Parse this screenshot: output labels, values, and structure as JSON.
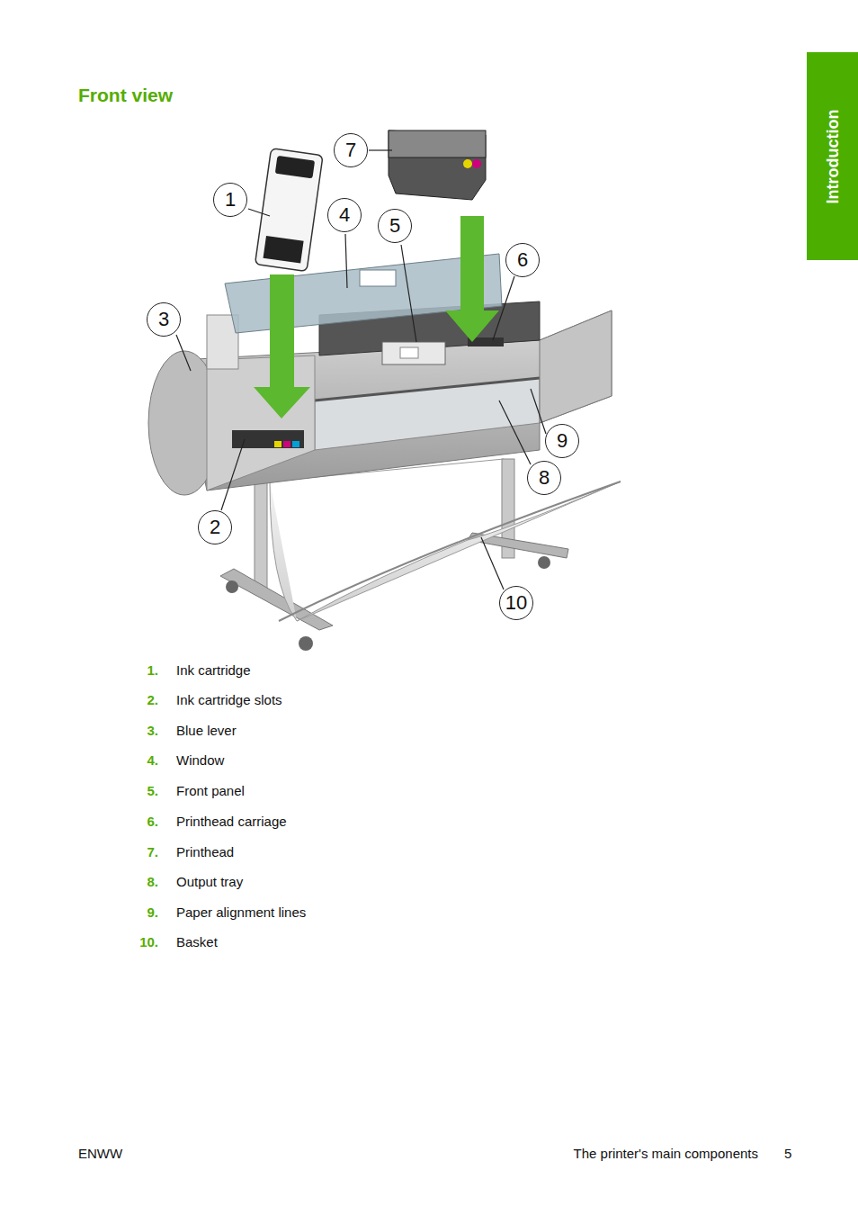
{
  "diagram": {
    "title": "Front view",
    "nodes": [
      {
        "text": [
          "Introduction"
        ]
      },
      {
        "text": [
          "1"
        ]
      },
      {
        "text": [
          "2"
        ]
      },
      {
        "text": [
          "3"
        ]
      },
      {
        "text": [
          "4"
        ]
      },
      {
        "text": [
          "5"
        ]
      },
      {
        "text": [
          "6"
        ]
      },
      {
        "text": [
          "7"
        ]
      },
      {
        "text": [
          "8"
        ]
      },
      {
        "text": [
          "9"
        ]
      },
      {
        "text": [
          "10"
        ]
      }
    ],
    "labels": [
      "1.",
      "Ink cartridge",
      "2.",
      "Ink cartridge slots",
      "3.",
      "Blue lever",
      "4.",
      "Window",
      "5.",
      "Front panel",
      "6.",
      "Printhead carriage",
      "7.",
      "Printhead",
      "8.",
      "Output tray",
      "9.",
      "Paper alignment lines",
      "10.",
      "Basket",
      "ENWW",
      "The printer's main components",
      "5"
    ]
  }
}
